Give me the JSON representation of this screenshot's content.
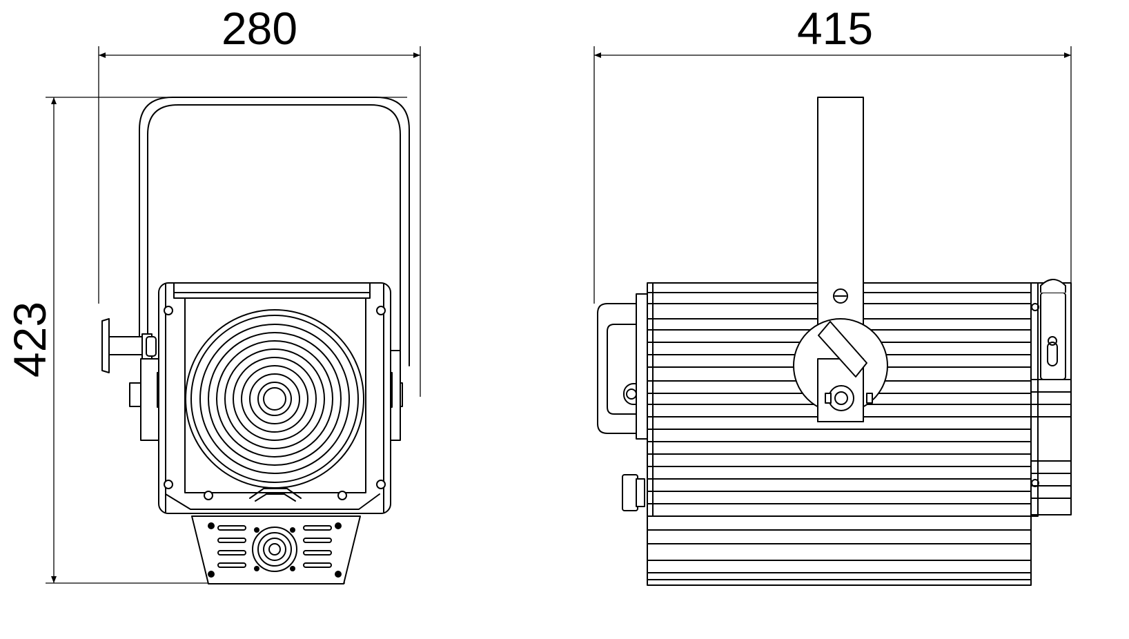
{
  "dimensions": {
    "width": "280",
    "depth": "415",
    "height": "423"
  }
}
